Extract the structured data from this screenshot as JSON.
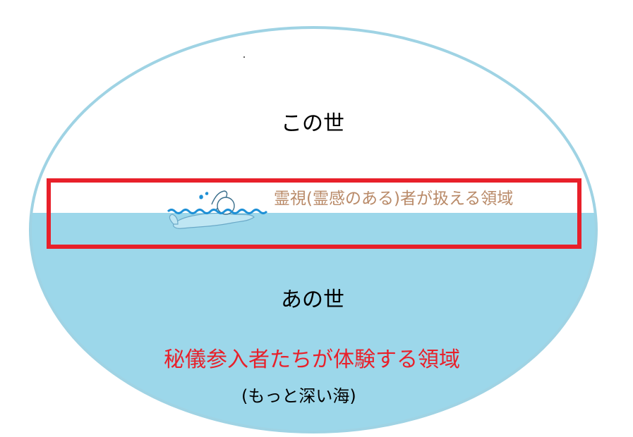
{
  "diagram": {
    "this_world_label": "この世",
    "spirit_band_label": "霊視(霊感のある)者が扱える領域",
    "other_world_label": "あの世",
    "mystic_area_label": "秘儀参入者たちが体験する領域",
    "deeper_sea_label": "(もっと深い海)"
  },
  "colors": {
    "outline": "#9fd3e4",
    "sea": "#9cd7ea",
    "highlight_frame": "#e8202a",
    "spirit_text": "#b98a68",
    "mystic_text": "#e8202a",
    "swimmer_body": "#bfe6f3",
    "wave": "#1e90d6"
  },
  "icons": {
    "swimmer": "swimmer-icon",
    "wave": "wave-icon",
    "splash": "splash-icon"
  }
}
